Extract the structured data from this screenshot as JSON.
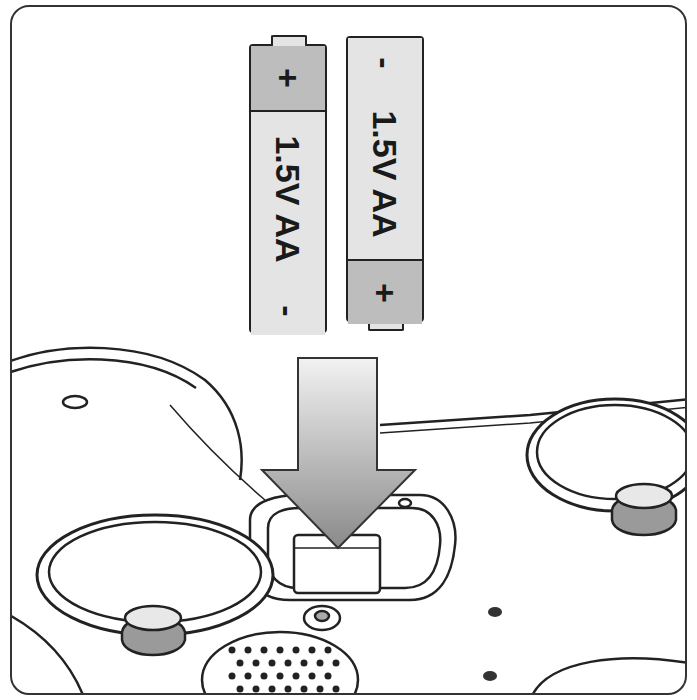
{
  "diagram": {
    "nodes": [
      {
        "text": [
          "+",
          "1.5V AA",
          "-"
        ]
      },
      {
        "text": [
          "-",
          "1.5V AA",
          "+"
        ]
      }
    ]
  }
}
